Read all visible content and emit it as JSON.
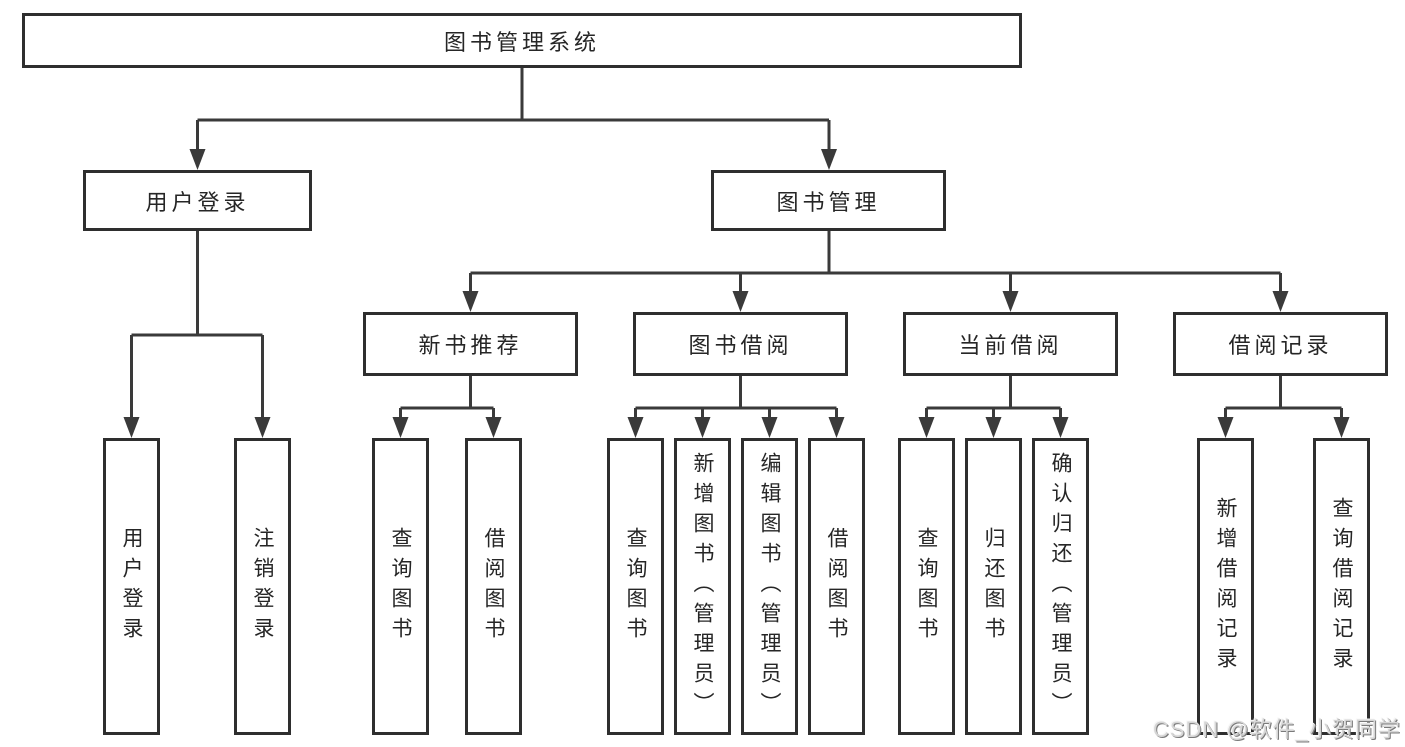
{
  "diagram": {
    "root": {
      "label": "图书管理系统"
    },
    "branches": [
      {
        "label": "用户登录",
        "children": [
          {
            "label": "用户登录"
          },
          {
            "label": "注销登录"
          }
        ]
      },
      {
        "label": "图书管理",
        "children": [
          {
            "label": "新书推荐",
            "children": [
              {
                "label": "查询图书"
              },
              {
                "label": "借阅图书"
              }
            ]
          },
          {
            "label": "图书借阅",
            "children": [
              {
                "label": "查询图书"
              },
              {
                "label": "新增图书（管理员）"
              },
              {
                "label": "编辑图书（管理员）"
              },
              {
                "label": "借阅图书"
              }
            ]
          },
          {
            "label": "当前借阅",
            "children": [
              {
                "label": "查询图书"
              },
              {
                "label": "归还图书"
              },
              {
                "label": "确认归还（管理员）"
              }
            ]
          },
          {
            "label": "借阅记录",
            "children": [
              {
                "label": "新增借阅记录"
              },
              {
                "label": "查询借阅记录"
              }
            ]
          }
        ]
      }
    ],
    "watermark": "CSDN @软件_小贺同学",
    "colors": {
      "line": "#3a3a3a",
      "box_border": "#2e2e2e",
      "text": "#262626",
      "background": "#ffffff",
      "watermark_text": "#d6d6d6"
    }
  }
}
